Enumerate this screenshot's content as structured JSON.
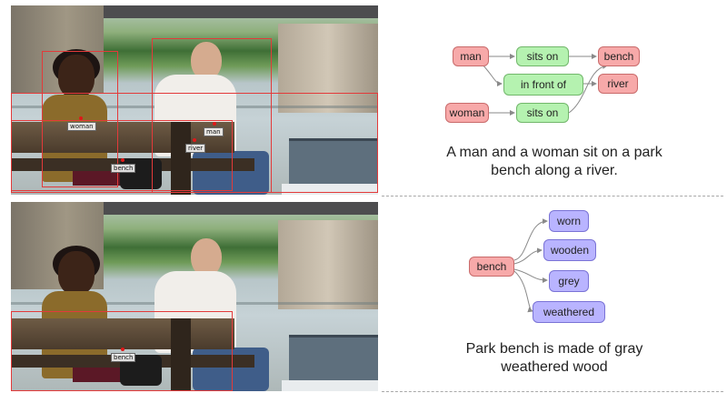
{
  "panels": [
    {
      "photo_labels": {
        "woman": "woman",
        "man": "man",
        "river": "river",
        "bench": "bench"
      },
      "graph": {
        "objects": [
          "man",
          "bench",
          "river",
          "woman"
        ],
        "relations": [
          "sits on",
          "in front of",
          "sits on"
        ]
      },
      "caption_lines": [
        "A man and a woman sit on a park",
        "bench along a river."
      ]
    },
    {
      "photo_labels": {
        "bench": "bench"
      },
      "graph": {
        "object": "bench",
        "attributes": [
          "worn",
          "wooden",
          "grey",
          "weathered"
        ]
      },
      "caption_lines": [
        "Park bench is made of gray",
        "weathered wood"
      ]
    }
  ],
  "colors": {
    "object_node": "#f7a9a9",
    "relation_node": "#b5f2b0",
    "attribute_node": "#b9b4ff",
    "box_outline": "#e33a3a"
  }
}
